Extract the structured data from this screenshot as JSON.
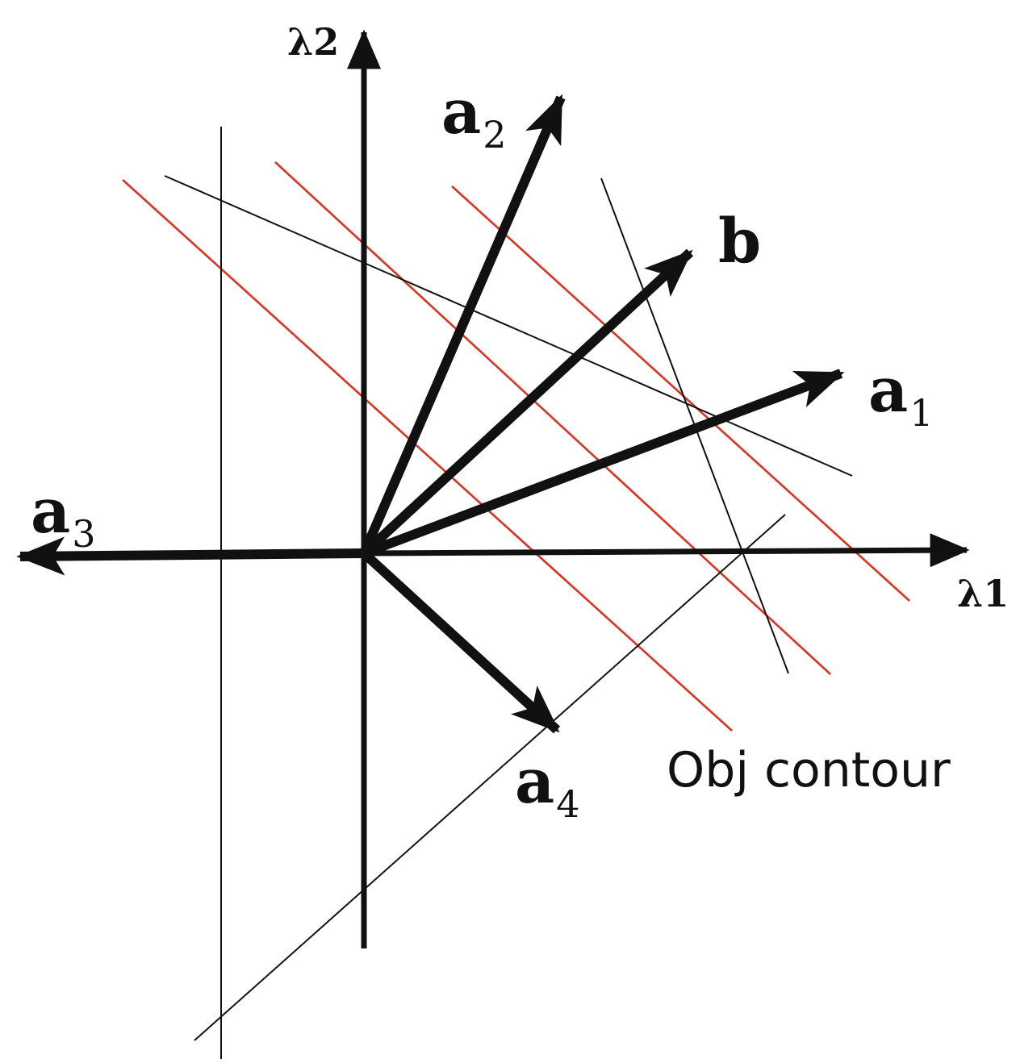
{
  "colors": {
    "ink": "#111111",
    "contour": "#e0321f",
    "background": "#ffffff"
  },
  "axes": {
    "x_label": "λ1",
    "y_label": "λ2"
  },
  "vectors": [
    {
      "id": "a1",
      "main": "a",
      "sub": "1"
    },
    {
      "id": "a2",
      "main": "a",
      "sub": "2"
    },
    {
      "id": "a3",
      "main": "a",
      "sub": "3"
    },
    {
      "id": "a4",
      "main": "a",
      "sub": "4"
    },
    {
      "id": "b",
      "main": "b",
      "sub": ""
    }
  ],
  "contour_label": "Obj contour"
}
